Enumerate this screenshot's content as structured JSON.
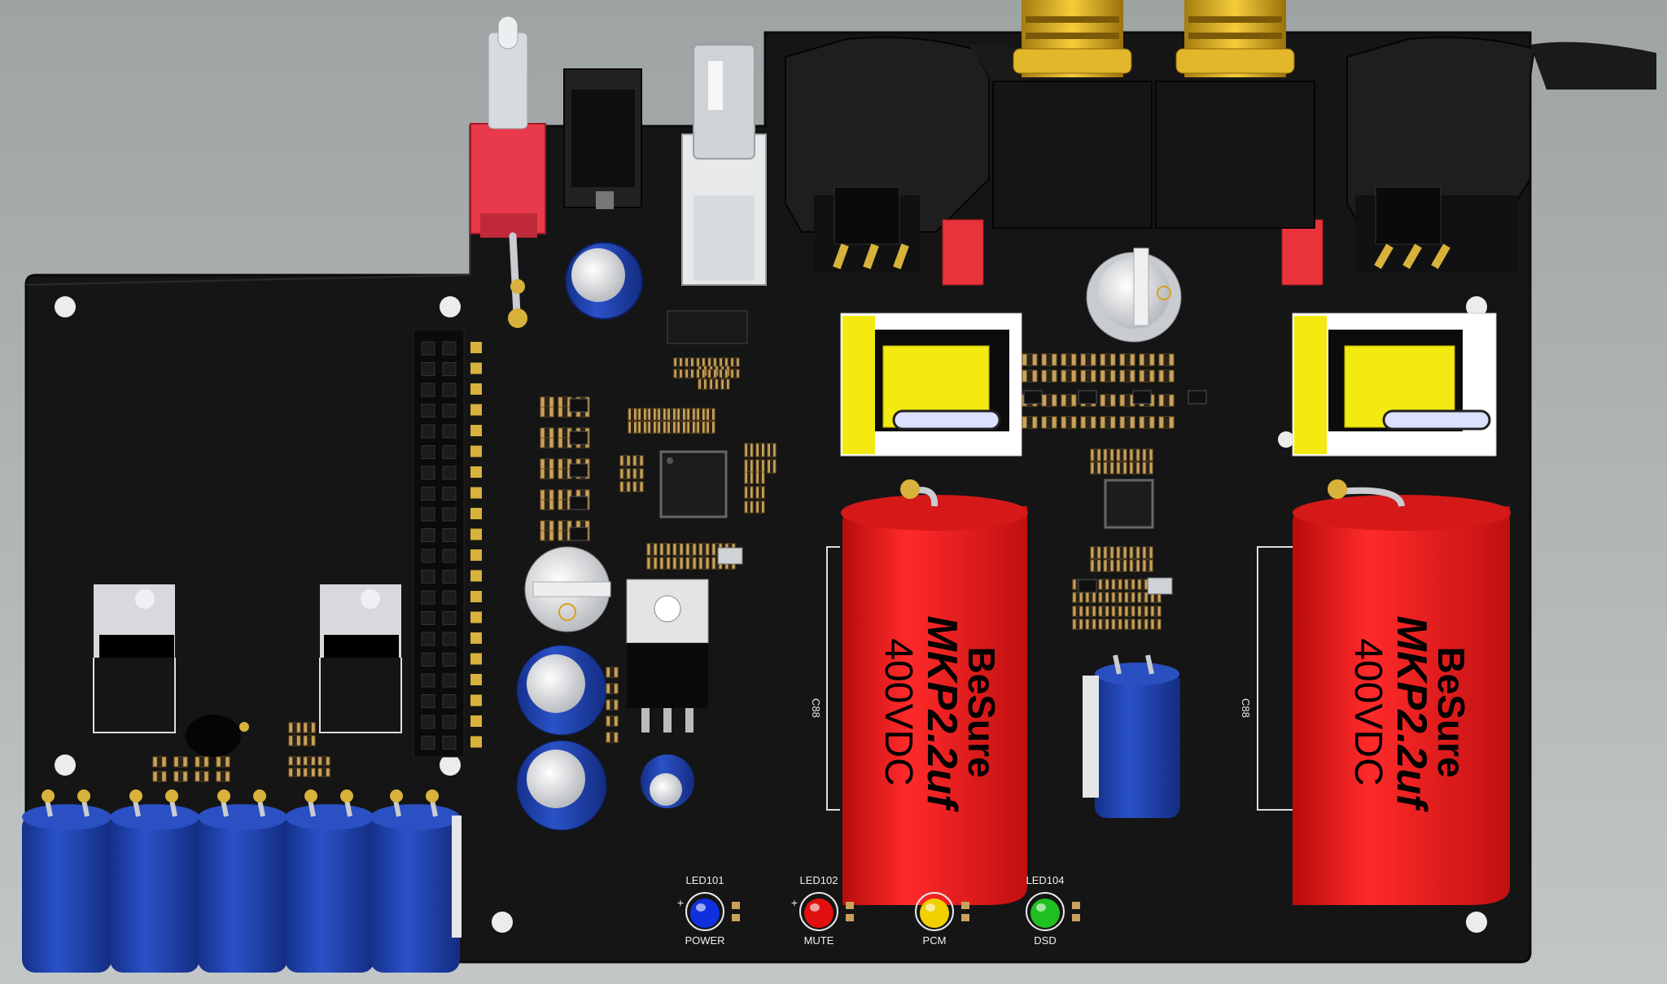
{
  "capacitor_label": {
    "brand": "BeSure",
    "model": "MKP2.2uf",
    "voltage": "400VDC"
  },
  "silkscreen": {
    "cap_ref_left": "C88",
    "cap_ref_right": "C88",
    "leds": [
      {
        "ref": "LED101",
        "label": "POWER",
        "color": "#1030e0"
      },
      {
        "ref": "LED102",
        "label": "MUTE",
        "color": "#e01010"
      },
      {
        "ref": "",
        "label": "PCM",
        "color": "#f0d000"
      },
      {
        "ref": "LED104",
        "label": "DSD",
        "color": "#20c020"
      }
    ]
  },
  "colors": {
    "background": "#aeb3b3",
    "board": "#151515",
    "pad_gold": "#d8b23a",
    "film_cap_red": "#e01a1a",
    "electrolytic_blue": "#1f3fa8",
    "transformer_yellow": "#f2ea10"
  }
}
